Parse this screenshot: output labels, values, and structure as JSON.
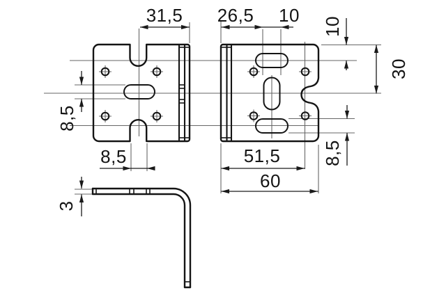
{
  "drawing": {
    "type": "technical-dimension-drawing",
    "colors": {
      "background": "#ffffff",
      "outline": "#141414",
      "thin_lines": "#666666",
      "dimension_lines": "#1a1a1a",
      "text": "#141414"
    },
    "labels": {
      "top_left_width": "31,5",
      "top_right_offset": "26,5",
      "top_slot_length": "10",
      "right_edge_to_slot": "10",
      "right_edge_to_notch": "30",
      "right_slot_height": "8,5",
      "left_slot_height": "8,5",
      "bottom_notch_width": "8,5",
      "bottom_hole_offset": "51,5",
      "bottom_plate_width": "60",
      "side_thickness": "3"
    }
  }
}
